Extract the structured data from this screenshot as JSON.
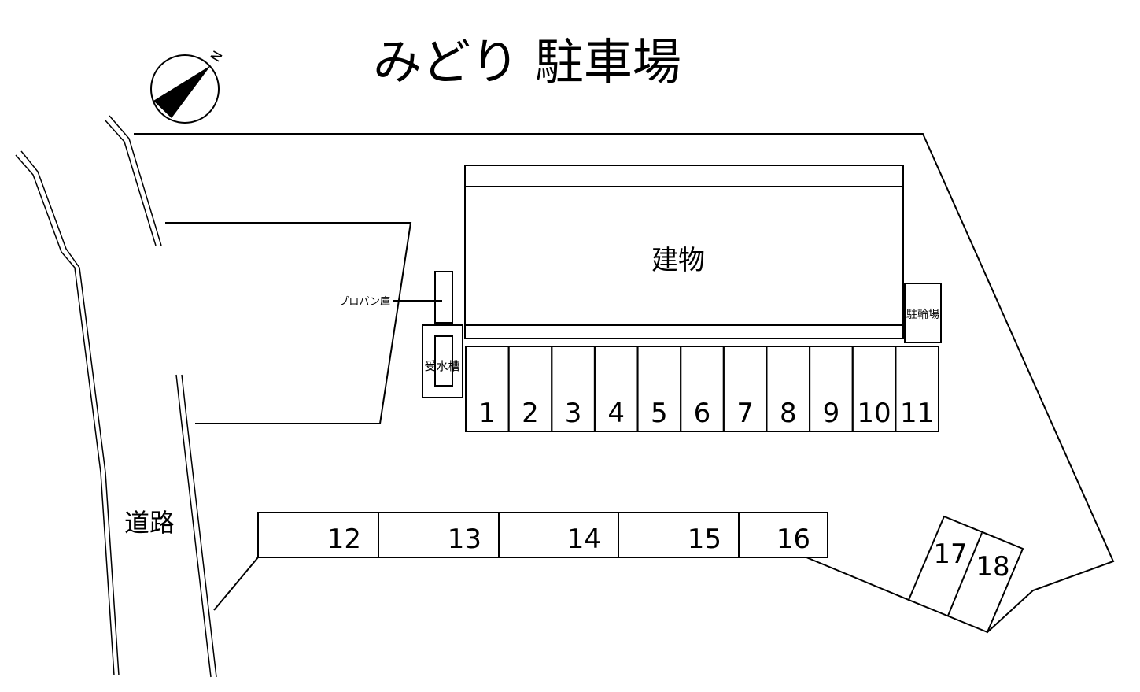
{
  "title": "みどり 駐車場",
  "compass": {
    "label": "N",
    "icon": "north-arrow-icon"
  },
  "labels": {
    "building": "建物",
    "propane": "プロパン庫",
    "water_tank": "受水槽",
    "bicycle_parking": "駐輪場",
    "road": "道路"
  },
  "spaces_row1": [
    "1",
    "2",
    "3",
    "4",
    "5",
    "6",
    "7",
    "8",
    "9",
    "10",
    "11"
  ],
  "spaces_row2": [
    "12",
    "13",
    "14",
    "15",
    "16"
  ],
  "spaces_angled": [
    "17",
    "18"
  ]
}
